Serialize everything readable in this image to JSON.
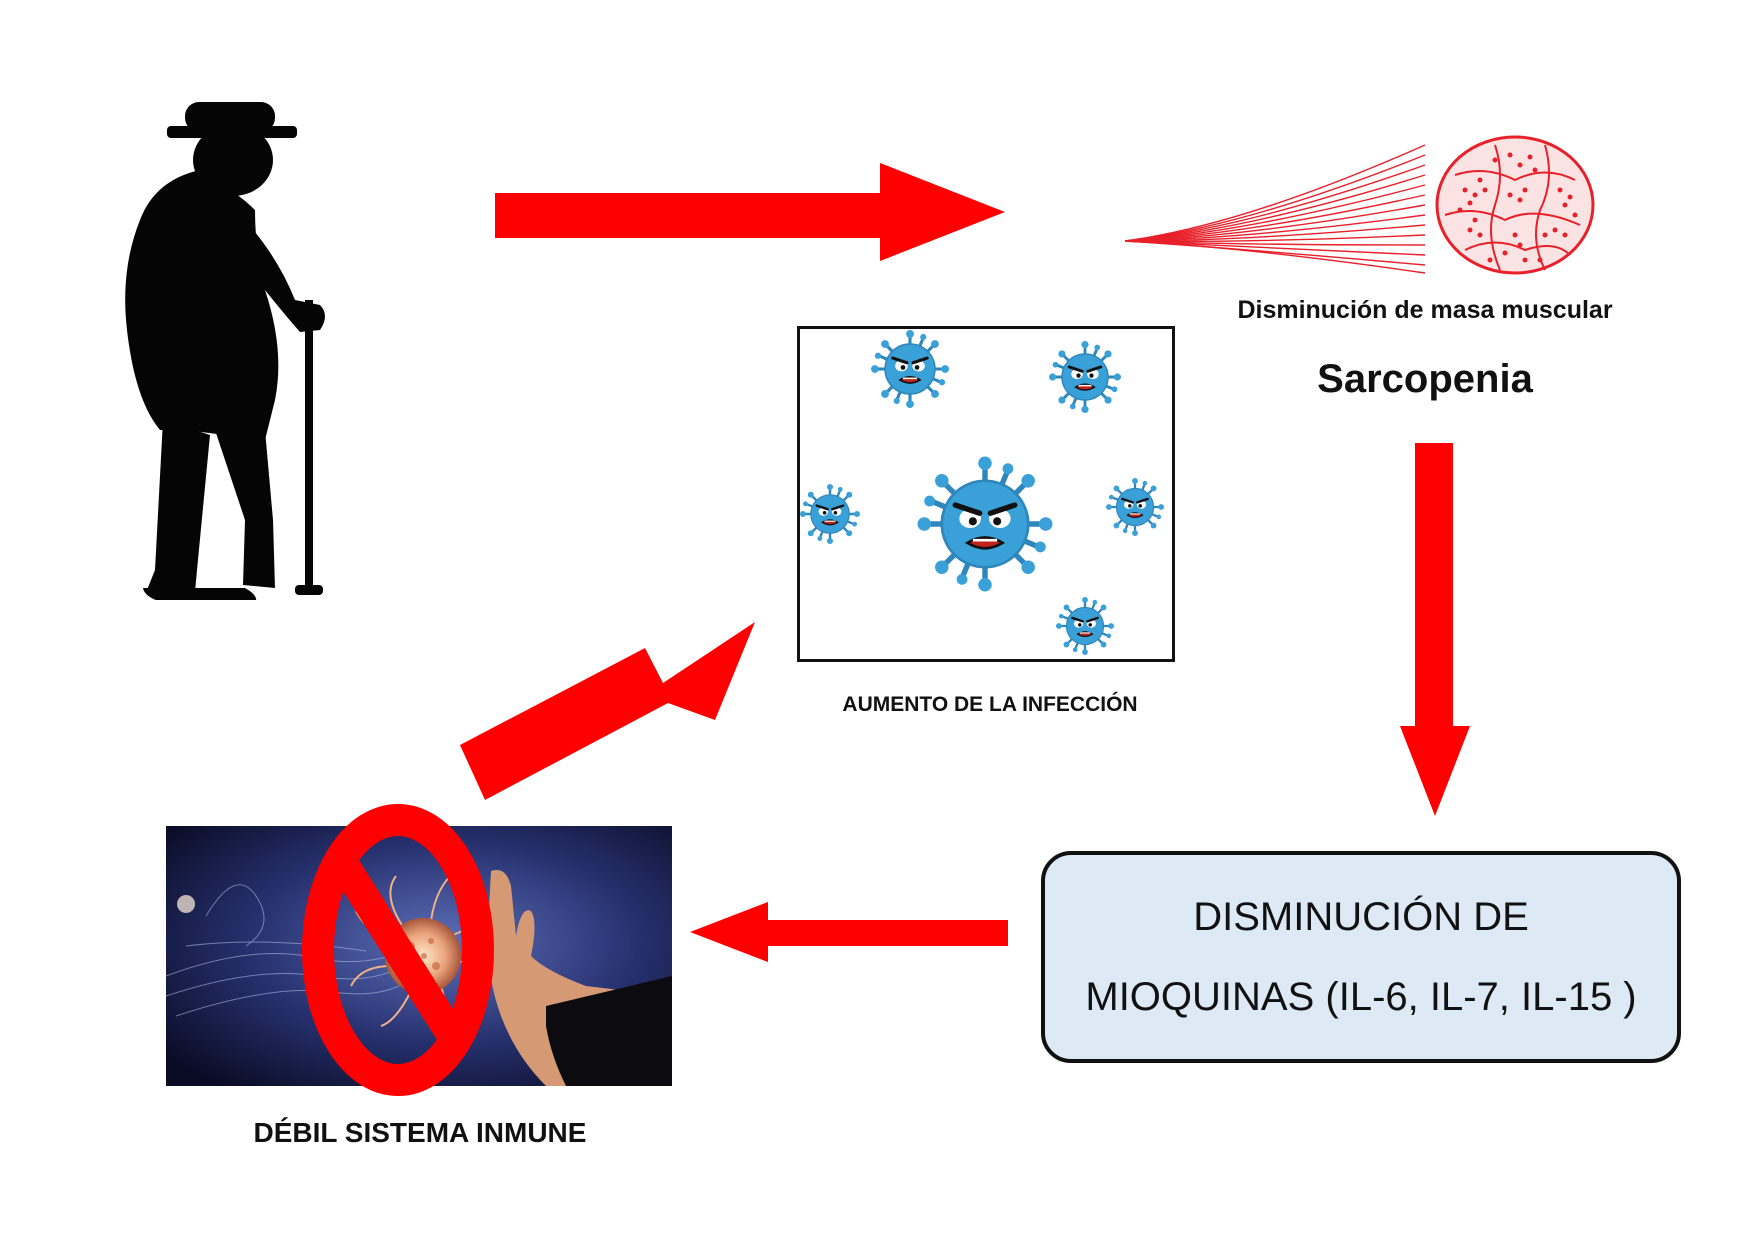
{
  "labels": {
    "muscle_loss": "Disminución de masa muscular",
    "sarcopenia": "Sarcopenia",
    "infection": "AUMENTO DE LA  INFECCIÓN",
    "myokines_line1": "DISMINUCIÓN DE",
    "myokines_line2": "MIOQUINAS (IL-6, IL-7, IL-15 )",
    "immune": "DÉBIL  SISTEMA INMUNE"
  },
  "colors": {
    "arrow": "#ff0000",
    "myokine_box_fill": "#dde9f5",
    "virus": "#3aa0d8",
    "muscle": "#e8202a"
  },
  "icons": {
    "elderly": "elderly-person-silhouette-icon",
    "muscle": "muscle-fiber-bundle-icon",
    "virus": "angry-virus-icon",
    "prohibited": "prohibited-sign-icon"
  }
}
